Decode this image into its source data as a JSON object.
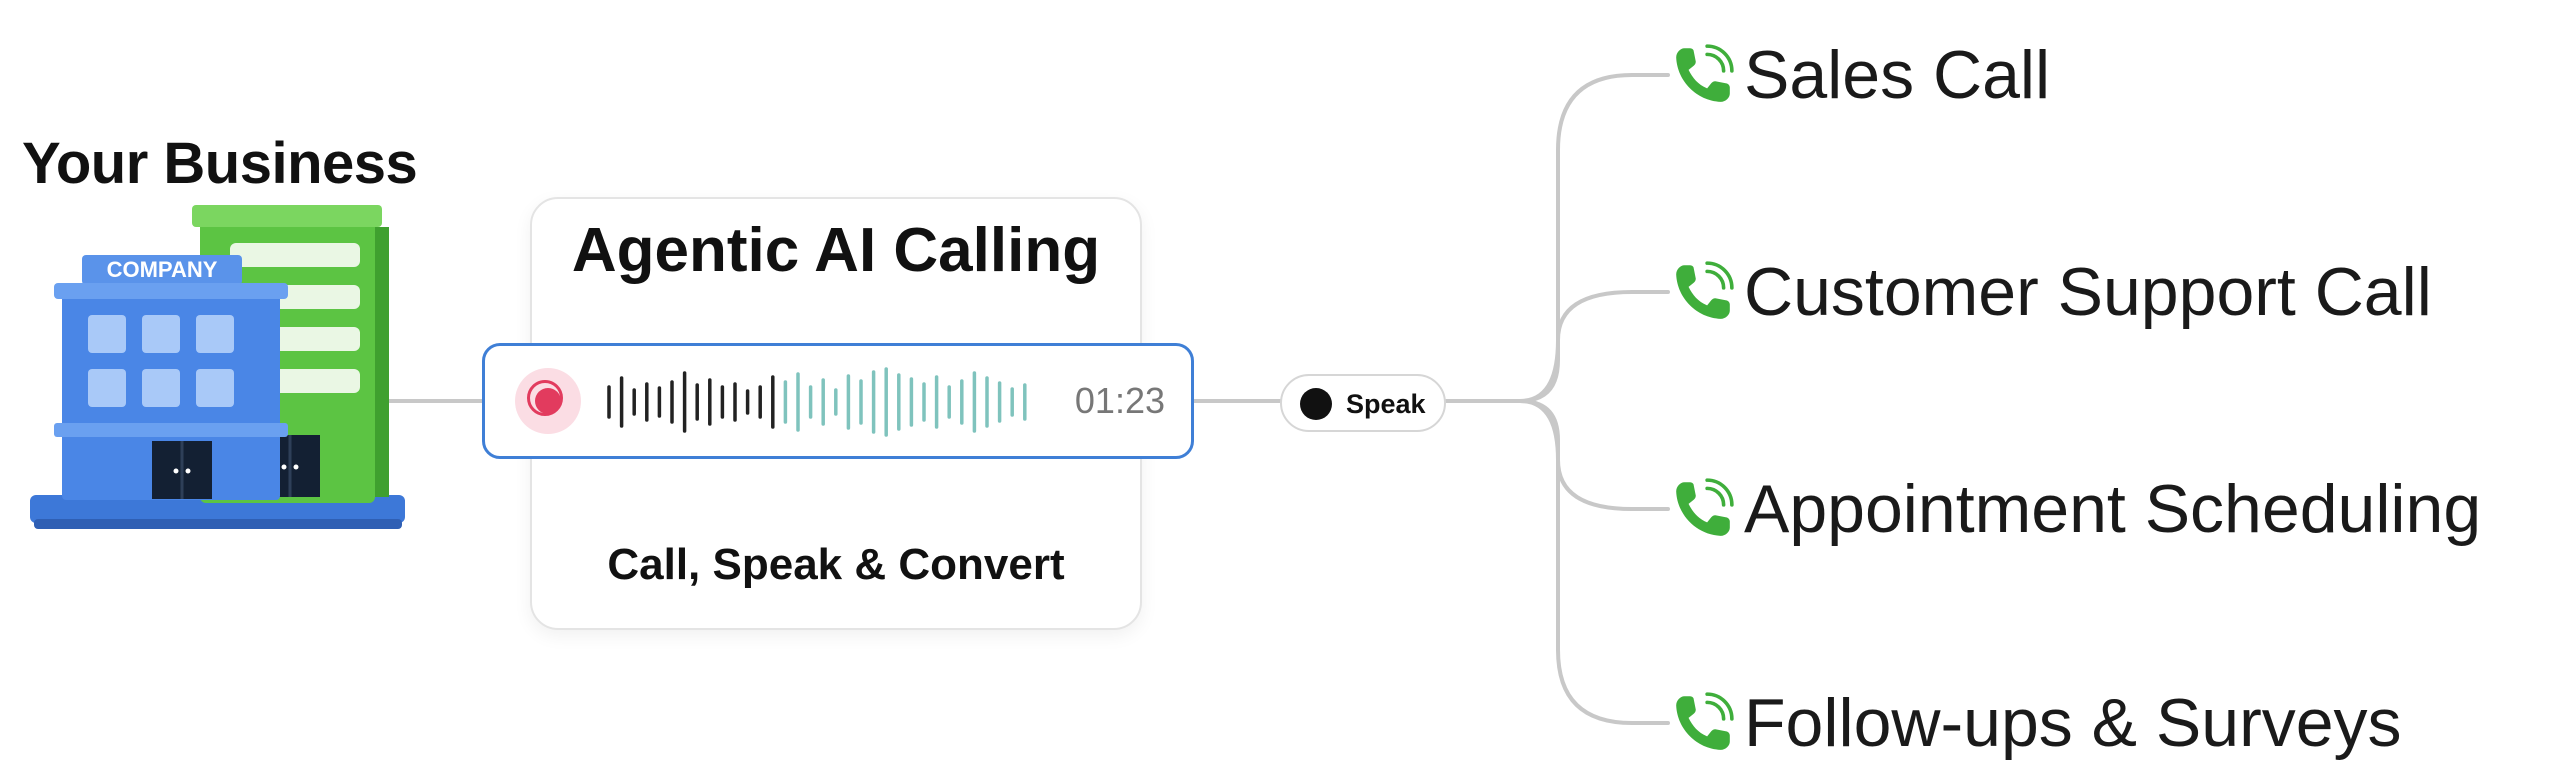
{
  "source": {
    "title": "Your Business",
    "sign": "COMPANY"
  },
  "card": {
    "title": "Agentic AI Calling",
    "subtitle": "Call, Speak & Convert"
  },
  "player": {
    "time": "01:23"
  },
  "speak": {
    "label": "Speak"
  },
  "branches": [
    {
      "label": "Sales Call",
      "icon": "phone-icon"
    },
    {
      "label": "Customer Support Call",
      "icon": "phone-icon"
    },
    {
      "label": "Appointment Scheduling",
      "icon": "phone-icon"
    },
    {
      "label": "Follow-ups & Surveys",
      "icon": "phone-icon"
    }
  ],
  "colors": {
    "accent_blue": "#3f7fd6",
    "record_red": "#e23b5e",
    "phone_green": "#3fae3b",
    "wave_teal": "#7fc3bd",
    "wave_dark": "#222222",
    "connector_gray": "#c8c8c8"
  }
}
